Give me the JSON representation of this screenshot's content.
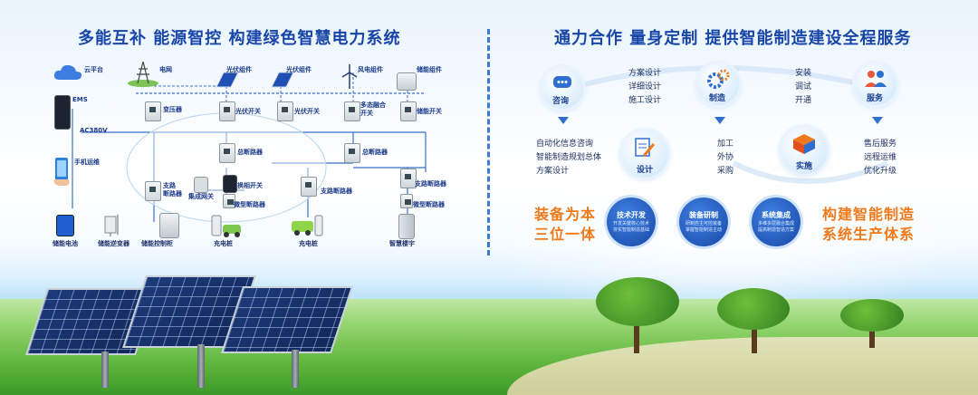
{
  "left_title": "多能互补 能源智控 构建绿色智慧电力系统",
  "right_title": "通力合作 量身定制 提供智能制造建设全程服务",
  "left_labels": {
    "cloud": "云平台",
    "grid": "电网",
    "pv1": "光伏组件",
    "pv2": "光伏组件",
    "wind": "风电组件",
    "storage_mod": "储能组件",
    "ems": "EMS",
    "transformer": "变压器",
    "pv_sw1": "光伏开关",
    "pv_sw2": "光伏开关",
    "multi_sw": "多态融合\n开关",
    "storage_sw": "储能开关",
    "ac": "AC380V",
    "main_breaker1": "总断路器",
    "main_breaker2": "总断路器",
    "mobile": "手机运维",
    "branch1": "支路\n断路器",
    "integrated_sw": "集成网关",
    "switch": "换相开关",
    "branch2": "支路断路器",
    "branch3": "支路断路器",
    "micro1": "微型断路器",
    "micro2": "微型断路器",
    "battery": "储能电池",
    "inverter": "储能逆变器",
    "control_cabinet": "储能控制柜",
    "charger1": "充电桩",
    "charger2": "充电桩",
    "smart_building": "智慧楼宇"
  },
  "services": {
    "consult": "咨询",
    "manufacture": "制造",
    "service": "服务",
    "design": "设计",
    "implement": "实施",
    "top_mid": [
      "方案设计",
      "详细设计",
      "施工设计"
    ],
    "top_right": [
      "安装",
      "调试",
      "开通"
    ],
    "consult_list": [
      "自动化信息咨询",
      "智能制造规划总体",
      "方案设计"
    ],
    "manufacture_list": [
      "加工",
      "外协",
      "采购"
    ],
    "service_list": [
      "售后服务",
      "远程运维",
      "优化升级"
    ]
  },
  "slogans": {
    "left": [
      "装备为本",
      "三位一体"
    ],
    "right": [
      "构建智能制造",
      "系统生产体系"
    ]
  },
  "blue_circles": [
    {
      "title": "技术开发",
      "sub": [
        "开发关键核心技术",
        "夯实智能制造基础"
      ]
    },
    {
      "title": "装备研制",
      "sub": [
        "研制自主可控装备",
        "掌握智能制造主动"
      ]
    },
    {
      "title": "系统集成",
      "sub": [
        "多维多层融合集成",
        "提高制造智造方案"
      ]
    }
  ]
}
